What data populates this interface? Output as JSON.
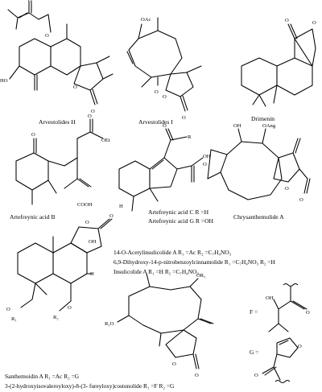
{
  "compounds": [
    {
      "name": "Arvestolides H"
    },
    {
      "name": "Arvestolides I"
    },
    {
      "name": "Drimenin"
    },
    {
      "name": "Artefreynic acid B"
    },
    {
      "name": "Artefreynic acid C R =H"
    },
    {
      "name": "Artefreynic acid G R =OH"
    },
    {
      "name": "Chrysanthemulide A"
    },
    {
      "name": "14-O-Acetylinsulicolide A R₁ =Ac R₂ =C₇H₄NO₃"
    },
    {
      "name": "6,9-Dihydroxy-14-p-nitrobenzoylcinnamolide R₁ =C₇H₄NO₃ R₂ =H"
    },
    {
      "name": "Insulicolide A R₁ =H R₂ =C₇H₄NO₃"
    },
    {
      "name": "Santhemoidin A R₁ =Ac R₂ =G"
    },
    {
      "name": "3-(2-hydroxyisovaleroyloxy)-8-(3- fureyloxy)costunolide R₁ =F R₂ =G"
    }
  ],
  "atom_labels": {
    "oh": "HO",
    "oh_right": "OH",
    "oac": "OAc",
    "oang": "OAng",
    "o": "O",
    "oet": "OEt",
    "cooh": "COOH",
    "r": "R",
    "h": "H",
    "o_r1": "O",
    "r1": "R₁",
    "o_r2": "O",
    "r2": "R₂",
    "r1o": "R₁O",
    "or2": "OR₂"
  },
  "legend": {
    "f_label": "F =",
    "g_label": "G ="
  }
}
